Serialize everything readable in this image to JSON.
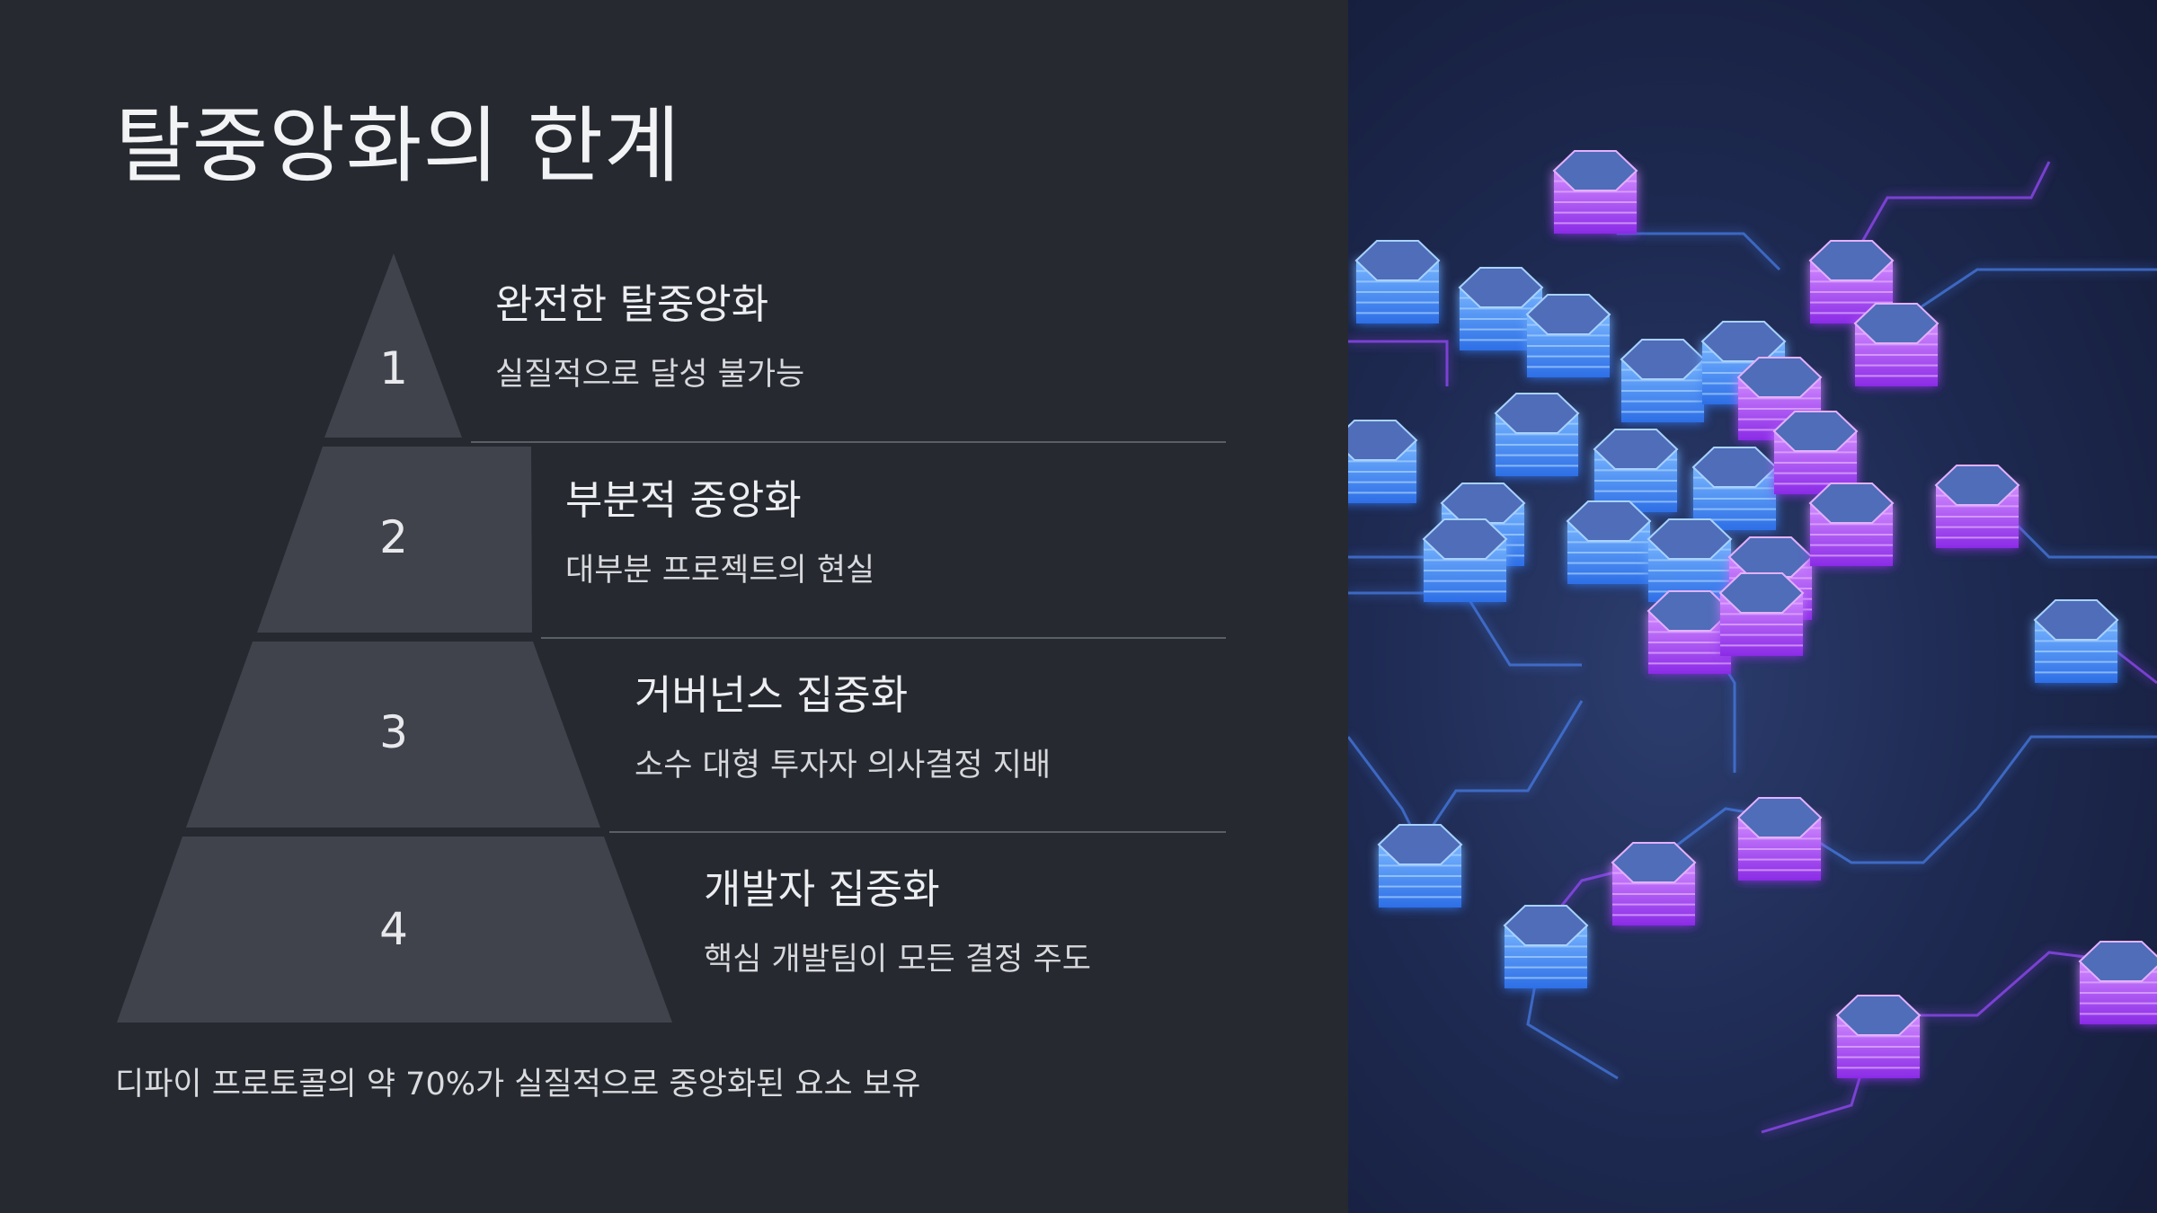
{
  "title": "탈중앙화의 한계",
  "tiers": [
    {
      "number": "1",
      "title": "완전한 탈중앙화",
      "description": "실질적으로 달성 불가능"
    },
    {
      "number": "2",
      "title": "부분적 중앙화",
      "description": "대부분 프로젝트의 현실"
    },
    {
      "number": "3",
      "title": "거버넌스 집중화",
      "description": "소수 대형 투자자 의사결정 지배"
    },
    {
      "number": "4",
      "title": "개발자 집중화",
      "description": "핵심 개발팀이 모든 결정 주도"
    }
  ],
  "footnote": "디파이 프로토콜의 약 70%가 실질적으로 중앙화된 요소 보유",
  "colors": {
    "background": "#262930",
    "tier_fill": "#40434b",
    "accent_blue": "#4a8cff",
    "accent_purple": "#b04cff"
  },
  "illustration": {
    "icon": "blockchain-network-image"
  }
}
